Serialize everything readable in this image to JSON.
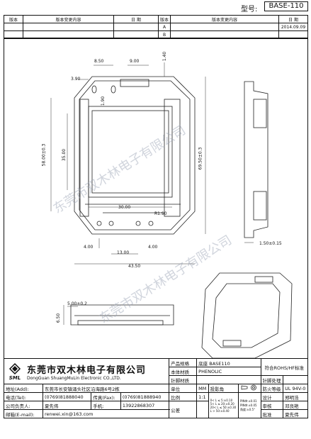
{
  "header": {
    "model_label": "型号:",
    "model_value": "BASE-110"
  },
  "revision": {
    "headers": [
      "版本",
      "版本变更内容",
      "日 期",
      "版本",
      "版本变更内容",
      "日 期"
    ],
    "rows": [
      {
        "ver": "A",
        "date": "2014.09.09"
      },
      {
        "ver": "B",
        "date": ""
      }
    ]
  },
  "dimensions": {
    "d_8_50": "8.50",
    "d_9_00": "9.00",
    "d_1_40": "1.40",
    "d_3_90": "3.90",
    "d_1_90": "1.90",
    "d_58": "58.00±0.3",
    "d_35": "35.00",
    "d_30": "30.00",
    "d_69_5": "69.50±0.3",
    "d_r": "R1.90",
    "d_4_left": "4.00",
    "d_13": "13.00",
    "d_4_right": "4.00",
    "d_43_5": "43.50",
    "d_1_5": "1.50±0.15",
    "d_5": "5.00±0.2",
    "d_6_5": "6.50"
  },
  "watermark": [
    "东莞市双木林电子有限公司",
    "东莞市双木林电子有限公司"
  ],
  "title_block": {
    "company_cn": "东莞市双木林电子有限公司",
    "company_en": "DongGuan ShuangMuLin Electronic CO.,LTD.",
    "logo": "SML",
    "product_spec_label": "产品规格",
    "product_spec_value": "底座 BASE110",
    "material_label": "本体材质",
    "material_value": "PHENOLIC",
    "rohs": "符合ROHS/HF标准",
    "pin_material_label": "针脚材质",
    "pin_finish_label": "针脚处理",
    "address_label": "地址(Add):",
    "address_value": "东莞市长安镇涌头社区沿海路6号2栋",
    "phone_label": "电话(Tel):",
    "phone_value": "(0769)81888040",
    "fax_label": "传真(Fax):",
    "fax_value": "(0769)81888940",
    "rep_label": "公司负责人:",
    "rep_value": "夏先伟",
    "mobile_label": "手机:",
    "mobile_value": "13922868307",
    "email_label": "邮箱(E-mail):",
    "email_value": "renwei.xin@163.com",
    "unit_label": "单位",
    "unit_value": "MM",
    "projection_label": "投影角",
    "fire_label": "防火等级",
    "fire_value": "UL 94V-0",
    "scale_label": "比例",
    "scale_value": "1:1",
    "design_label": "设计",
    "design_value": "郑明浩",
    "tolerance_label": "公差",
    "tolerances": [
      "0< L ≤ 5:±0.10",
      "5< L ≤ 20:±0.20",
      "20< L ≤ 50:±0.30",
      "L > 50:±0.40"
    ],
    "tol_pin": "PINФ:±0.01",
    "tol_pin2": "PINФ:±0.05",
    "tol_ang": "角度:±0.5°",
    "review_label": "审核",
    "review_value": "邓良艳",
    "approve_label": "批准",
    "approve_value": "夏先伟"
  }
}
